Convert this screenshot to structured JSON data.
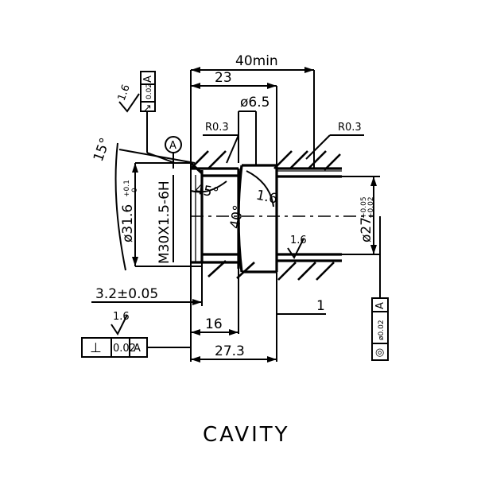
{
  "drawing": {
    "title": "CAVITY",
    "datum": "A",
    "dimensions": {
      "overall_depth": "40min",
      "bore_depth": "23",
      "small_bore": "ø6.5",
      "radius_left": "R0.3",
      "radius_right": "R0.3",
      "thread": "M30X1.5-6H",
      "major_diameter": "ø31.6",
      "major_diameter_tol_upper": "+0.1",
      "major_diameter_tol_lower": "0",
      "outlet_diameter": "ø27",
      "outlet_diameter_tol_upper": "+0.05",
      "outlet_diameter_tol_lower": "+0.02",
      "chamfer_left": "45°",
      "inner_taper": "40°",
      "entry_angle": "15°",
      "chamfer_depth": "3.2±0.05",
      "thread_depth": "16",
      "total_length": "27.3",
      "small_step": "1",
      "roughness_1": "1.6",
      "roughness_2": "1.6",
      "roughness_3": "1.6",
      "roughness_4": "1.6"
    },
    "gdt": {
      "runout": {
        "symbol": "↗",
        "value": "0.02",
        "datum": "A"
      },
      "perpendicularity": {
        "symbol": "⊥",
        "value": "0.02",
        "datum": "A"
      },
      "concentricity": {
        "symbol": "◎",
        "value": "ø0.02",
        "datum": "A"
      }
    }
  }
}
